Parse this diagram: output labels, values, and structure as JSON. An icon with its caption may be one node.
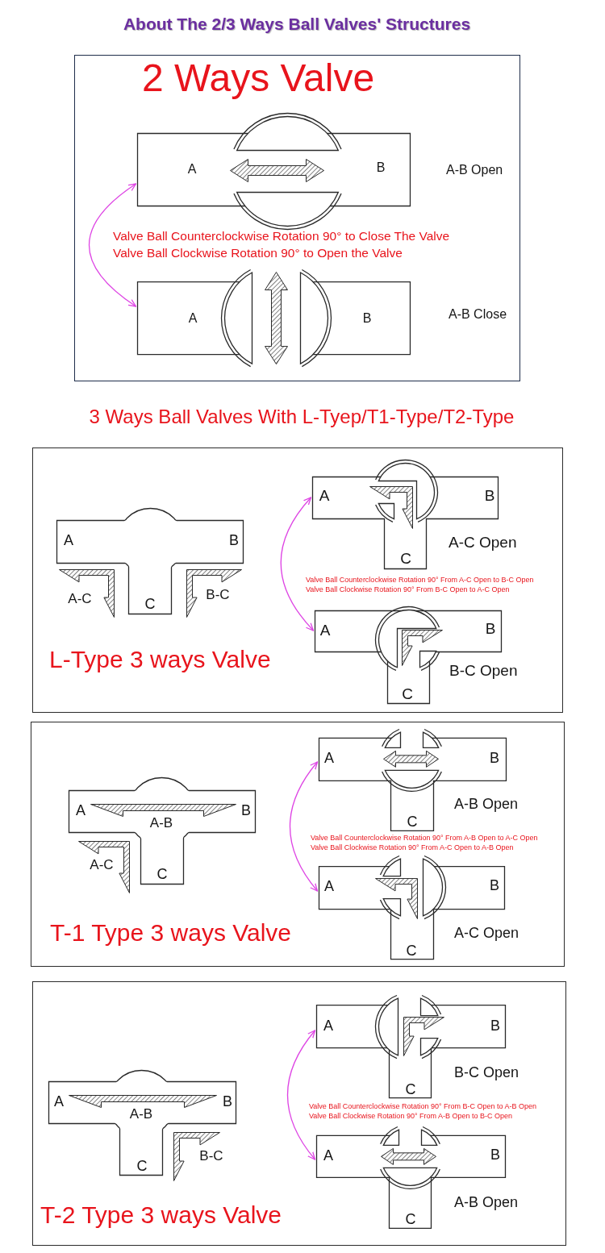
{
  "diagram": {
    "title": "About The 2/3 Ways Ball Valves' Structures",
    "nodes": [
      {
        "text": [
          "2 Ways Valve"
        ]
      },
      {
        "text": [
          "A",
          "B"
        ],
        "beside": [
          "A-B Open"
        ],
        "in": 0
      },
      {
        "text": [
          "A",
          "B"
        ],
        "beside": [
          "A-B Close"
        ],
        "in": 0
      },
      {
        "text": [
          "L-Type 3 ways Valve"
        ]
      },
      {
        "text": [
          "A",
          "B",
          "C"
        ],
        "beside": [
          "A-C",
          "B-C"
        ],
        "in": 3
      },
      {
        "text": [
          "A",
          "B",
          "C"
        ],
        "beside": [
          "A-C Open"
        ],
        "in": 3
      },
      {
        "text": [
          "A",
          "B",
          "C"
        ],
        "beside": [
          "B-C Open"
        ],
        "in": 3
      },
      {
        "text": [
          "T-1 Type 3 ways Valve"
        ]
      },
      {
        "text": [
          "A",
          "A-B",
          "B",
          "C"
        ],
        "beside": [
          "A-C"
        ],
        "in": 7
      },
      {
        "text": [
          "A",
          "B",
          "C"
        ],
        "beside": [
          "A-B Open"
        ],
        "in": 7
      },
      {
        "text": [
          "A",
          "B",
          "C"
        ],
        "beside": [
          "A-C Open"
        ],
        "in": 7
      },
      {
        "text": [
          "T-2 Type 3 ways Valve"
        ]
      },
      {
        "text": [
          "A",
          "A-B",
          "B",
          "C"
        ],
        "beside": [
          "B-C"
        ],
        "in": 11
      },
      {
        "text": [
          "A",
          "B",
          "C"
        ],
        "beside": [
          "B-C Open"
        ],
        "in": 11
      },
      {
        "text": [
          "A",
          "B",
          "C"
        ],
        "beside": [
          "A-B Open"
        ],
        "in": 11
      }
    ],
    "edges": [
      {
        "from": 1,
        "to": 2,
        "arrow": "both"
      },
      {
        "from": 5,
        "to": 6,
        "arrow": "both"
      },
      {
        "from": 9,
        "to": 10,
        "arrow": "both"
      },
      {
        "from": 13,
        "to": 14,
        "arrow": "both"
      }
    ],
    "labels": [
      "Valve Ball Counterclockwise Rotation 90° to Close The Valve",
      "Valve Ball Clockwise Rotation 90° to Open the Valve",
      "3 Ways Ball Valves With L-Tyep/T1-Type/T2-Type",
      "Valve Ball Counterclockwise Rotation 90° From A-C Open to B-C Open",
      "Valve Ball Clockwise Rotation 90° From B-C Open to A-C Open",
      "Valve Ball Counterclockwise Rotation 90° From A-B Open to A-C Open",
      "Valve Ball Clockwise Rotation 90° From A-C Open to A-B Open",
      "Valve Ball Counterclockwise Rotation 90° From B-C Open to A-B Open",
      "Valve Ball Clockwise Rotation 90° From A-B Open to B-C Open"
    ]
  }
}
